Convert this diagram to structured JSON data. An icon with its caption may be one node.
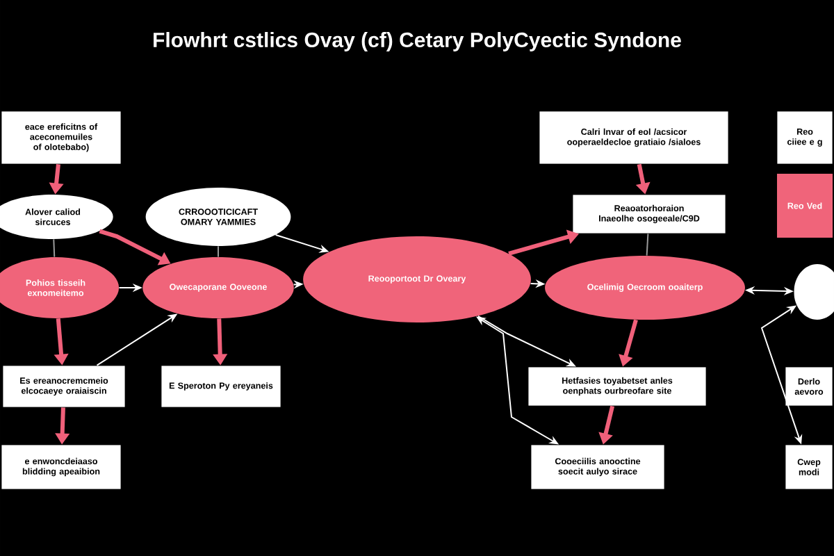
{
  "diagram": {
    "title": "Flowhrt cstlics Ovay (cf) Cetary PolyCyectic Syndone",
    "nodes": [
      {
        "text": [
          "eace ereficitns of aceconemuiles of olotebabo)"
        ]
      },
      {
        "text": [
          "Alover caliod sircuces"
        ]
      },
      {
        "text": [
          "Pohios tisseih exnomeitemo"
        ]
      },
      {
        "text": [
          "Es ereanocremcmeio elcocaeye oraiaiscin"
        ]
      },
      {
        "text": [
          "e enwoncdeiaaso blidding apeaibion"
        ]
      },
      {
        "text": [
          "CRROOOTICICAFT OMARY YAMMIES"
        ]
      },
      {
        "text": [
          "Owecaporane Ooveone"
        ]
      },
      {
        "text": [
          "E Speroton Py ereyaneis"
        ]
      },
      {
        "text": [
          "Reooportoot Dr Oveary"
        ]
      },
      {
        "text": [
          "Calri lnvar of eol /acsicor ooperaeldecloe gratiaio /sialoes"
        ]
      },
      {
        "text": [
          "Reaoatorhoraion Inaeolhe osogeeale/C9D"
        ]
      },
      {
        "text": [
          "Ocelimig Oecroom ooaiterp"
        ]
      },
      {
        "text": [
          "Hetfasies toyabetset anles oenphats ourbreofare site"
        ]
      },
      {
        "text": [
          "Cooeciilis anooctine soecit aulyo sirace"
        ]
      },
      {
        "text": [
          "Reo ciiee e g"
        ]
      },
      {
        "text": [
          "Reo Ved"
        ]
      },
      {
        "text": [],
        "shape": "circle"
      },
      {
        "text": [
          "Derlo aevoro"
        ]
      },
      {
        "text": [
          "Cwep modi"
        ]
      }
    ],
    "edges": [
      {
        "from": 0,
        "to": 1,
        "arrow": "to",
        "style": "thick",
        "color": "#f0607a"
      },
      {
        "from": 1,
        "to": 2,
        "arrow": "none",
        "color": "#9a9a9a"
      },
      {
        "from": 2,
        "to": 3,
        "arrow": "to",
        "style": "thick",
        "color": "#f0607a"
      },
      {
        "from": 3,
        "to": 4,
        "arrow": "to",
        "style": "thick",
        "color": "#f0607a"
      },
      {
        "from": 2,
        "to": 6,
        "arrow": "to",
        "color": "#ffffff"
      },
      {
        "from": 1,
        "to": 6,
        "arrow": "to",
        "style": "thick",
        "color": "#f0607a"
      },
      {
        "from": 5,
        "to": 6,
        "arrow": "none",
        "color": "#9a9a9a"
      },
      {
        "from": 6,
        "to": 7,
        "arrow": "to",
        "style": "thick",
        "color": "#f0607a"
      },
      {
        "from": 3,
        "to": 6,
        "arrow": "to",
        "color": "#ffffff"
      },
      {
        "from": 6,
        "to": 8,
        "arrow": "to",
        "color": "#ffffff"
      },
      {
        "from": 5,
        "to": 8,
        "arrow": "to",
        "color": "#ffffff"
      },
      {
        "from": 8,
        "to": 10,
        "arrow": "to",
        "style": "thick",
        "color": "#f0607a"
      },
      {
        "from": 8,
        "to": 11,
        "arrow": "to",
        "color": "#ffffff"
      },
      {
        "from": 9,
        "to": 10,
        "arrow": "to",
        "style": "thick",
        "color": "#f0607a"
      },
      {
        "from": 10,
        "to": 11,
        "arrow": "none",
        "color": "#9a9a9a"
      },
      {
        "from": 11,
        "to": 12,
        "arrow": "to",
        "style": "thick",
        "color": "#f0607a"
      },
      {
        "from": 12,
        "to": 13,
        "arrow": "to",
        "style": "thick",
        "color": "#f0607a"
      },
      {
        "from": 8,
        "to": 12,
        "arrow": "to",
        "color": "#ffffff"
      },
      {
        "from": 8,
        "to": 13,
        "arrow": "both",
        "color": "#ffffff"
      },
      {
        "from": 11,
        "to": 16,
        "arrow": "both",
        "color": "#ffffff"
      },
      {
        "from": 16,
        "to": 18,
        "arrow": "both",
        "color": "#ffffff"
      }
    ]
  }
}
